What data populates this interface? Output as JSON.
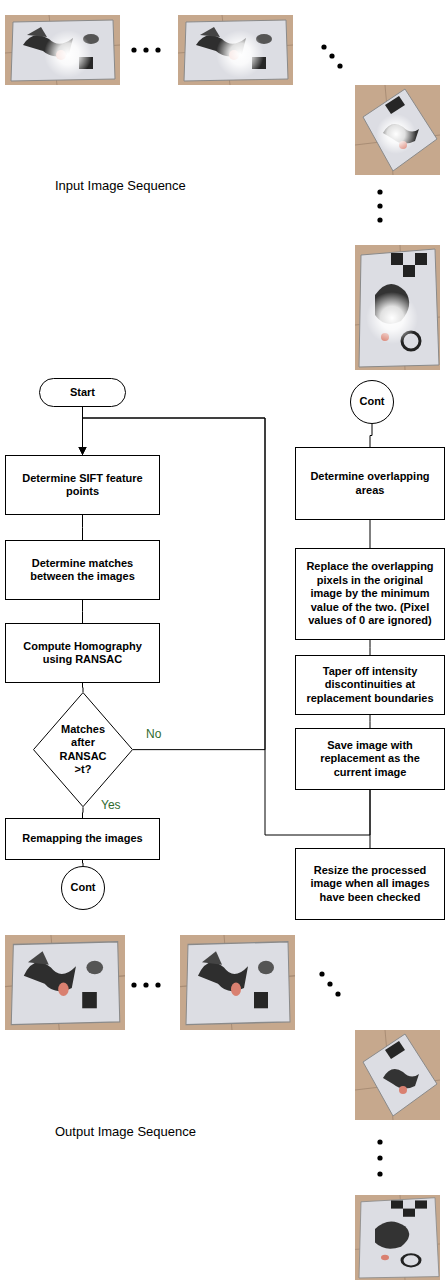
{
  "diagram": {
    "nodes": [
      {
        "text": [
          "Start"
        ]
      },
      {
        "text": [
          "Determine SIFT feature points"
        ]
      },
      {
        "text": [
          "Determine matches between the images"
        ]
      },
      {
        "text": [
          "Compute Homography using RANSAC"
        ]
      },
      {
        "text": [
          "Matches after RANSAC >t?"
        ]
      },
      {
        "text": [
          "Remapping the images"
        ]
      },
      {
        "text": [
          "Cont"
        ]
      },
      {
        "text": [
          "Cont"
        ]
      },
      {
        "text": [
          "Determine overlapping areas"
        ]
      },
      {
        "text": [
          "Replace the overlapping pixels in the original image by the minimum value of the two. (Pixel values of 0 are ignored)"
        ]
      },
      {
        "text": [
          "Taper off intensity discontinuities at replacement boundaries"
        ]
      },
      {
        "text": [
          "Save image with replacement as the current image"
        ]
      },
      {
        "text": [
          "Resize the processed image when all images have been checked"
        ]
      }
    ],
    "edges": [
      {
        "from": 0,
        "to": 1,
        "arrow": "to"
      },
      {
        "from": 1,
        "to": 2,
        "arrow": "none"
      },
      {
        "from": 2,
        "to": 3,
        "arrow": "none"
      },
      {
        "from": 3,
        "to": 4,
        "arrow": "none"
      },
      {
        "from": 4,
        "to": 5,
        "label": "Yes",
        "arrow": "none"
      },
      {
        "from": 5,
        "to": 6,
        "arrow": "none"
      },
      {
        "from": 4,
        "to": 1,
        "label": "No",
        "arrow": "to"
      },
      {
        "from": 7,
        "to": 8,
        "arrow": "none"
      },
      {
        "from": 8,
        "to": 9,
        "arrow": "none"
      },
      {
        "from": 9,
        "to": 10,
        "arrow": "none"
      },
      {
        "from": 10,
        "to": 11,
        "arrow": "none"
      },
      {
        "from": 11,
        "to": 12,
        "arrow": "none"
      },
      {
        "from": 11,
        "to": 1,
        "arrow": "to"
      }
    ],
    "labels": [
      "Input Image Sequence",
      "Output Image Sequence"
    ]
  }
}
